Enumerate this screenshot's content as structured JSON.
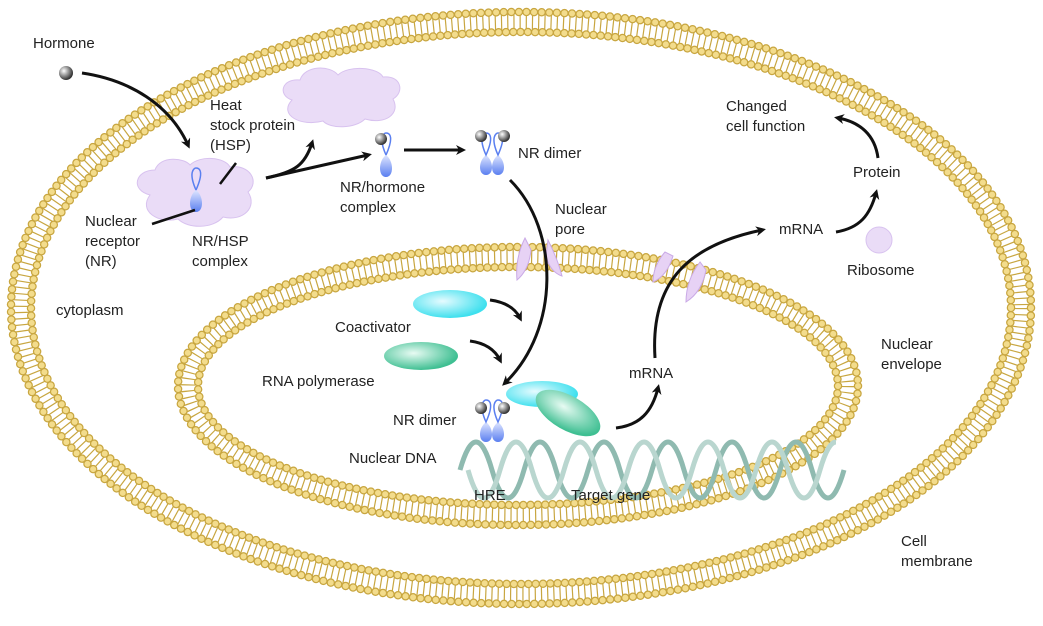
{
  "labels": {
    "hormone": "Hormone",
    "hsp": "Heat\nstock protein\n(HSP)",
    "nr": "Nuclear\nreceptor\n(NR)",
    "nr_hsp": "NR/HSP\ncomplex",
    "nr_hormone": "NR/hormone\ncomplex",
    "nr_dimer_top": "NR dimer",
    "nuclear_pore": "Nuclear\npore",
    "cytoplasm": "cytoplasm",
    "coactivator": "Coactivator",
    "rna_polymerase": "RNA polymerase",
    "nr_dimer_bottom": "NR dimer",
    "nuclear_dna": "Nuclear DNA",
    "hre": "HRE",
    "target_gene": "Target gene",
    "mrna_inner": "mRNA",
    "mrna_outer": "mRNA",
    "protein": "Protein",
    "ribosome": "Ribosome",
    "changed": "Changed\ncell function",
    "nuclear_envelope": "Nuclear\nenvelope",
    "cell_membrane": "Cell\nmembrane"
  },
  "colors": {
    "membrane": "#f3dc8c",
    "membrane_outline": "#c8a640",
    "hsp": "#eadcf7",
    "receptor": "#6e8ff0",
    "coactivator": "#5ee6f0",
    "polymerase": "#5cc9a0",
    "dna": "#b9d6cf"
  }
}
